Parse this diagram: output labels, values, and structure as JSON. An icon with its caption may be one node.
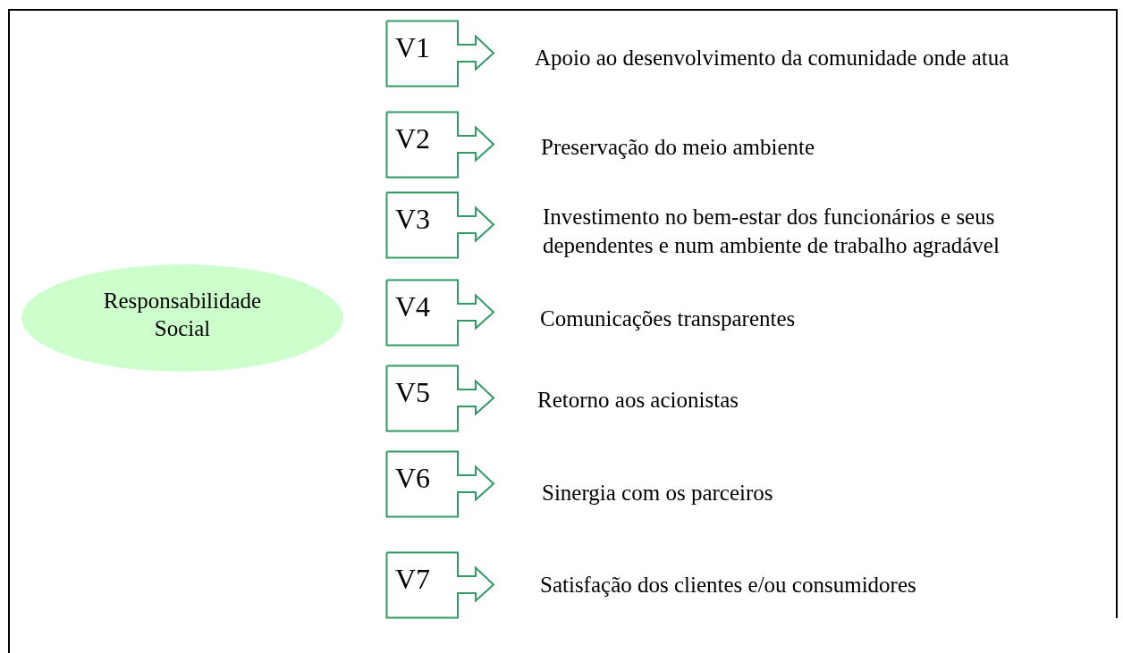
{
  "diagram": {
    "nodes": [
      {
        "text": [
          "Responsabilidade Social"
        ]
      },
      {
        "text": [
          "V1"
        ],
        "beside": [
          "Apoio ao desenvolvimento da comunidade onde atua"
        ]
      },
      {
        "text": [
          "V2"
        ],
        "beside": [
          "Preservação do meio ambiente"
        ]
      },
      {
        "text": [
          "V3"
        ],
        "beside": [
          "Investimento no bem-estar dos funcionários e seus dependentes e num ambiente de trabalho agradável"
        ]
      },
      {
        "text": [
          "V4"
        ],
        "beside": [
          "Comunicações transparentes"
        ]
      },
      {
        "text": [
          "V5"
        ],
        "beside": [
          "Retorno aos acionistas"
        ]
      },
      {
        "text": [
          "V6"
        ],
        "beside": [
          "Sinergia com os parceiros"
        ]
      },
      {
        "text": [
          "V7"
        ],
        "beside": [
          "Satisfação dos clientes e/ou consumidores"
        ]
      }
    ]
  }
}
